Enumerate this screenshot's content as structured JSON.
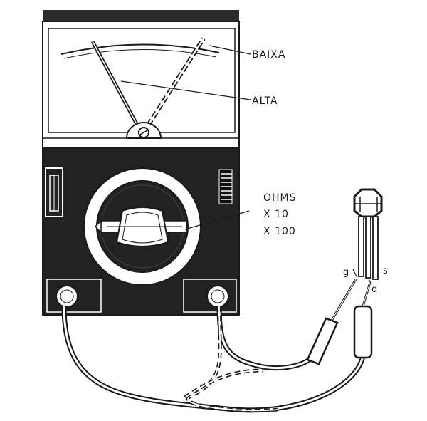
{
  "diagram": {
    "labels": {
      "baixa": "BAIXA",
      "alta": "ALTA",
      "ohms": "OHMS",
      "x10": "X 10",
      "x100": "X 100",
      "pin_g": "g",
      "pin_d": "d",
      "pin_s": "s"
    },
    "colors": {
      "ink": "#1a1a1a",
      "panel": "#222222",
      "paper": "#ffffff"
    }
  }
}
